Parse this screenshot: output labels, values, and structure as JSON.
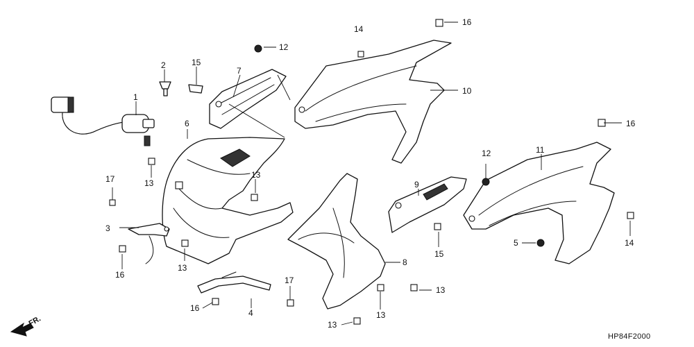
{
  "diagram": {
    "code": "HP84F2000",
    "direction": "FR.",
    "callouts": {
      "c1": "1",
      "c2": "2",
      "c3": "3",
      "c4": "4",
      "c5": "5",
      "c6": "6",
      "c7": "7",
      "c8": "8",
      "c9": "9",
      "c10": "10",
      "c11": "11",
      "c12a": "12",
      "c12b": "12",
      "c13a": "13",
      "c13b": "13",
      "c13c": "13",
      "c13d": "13",
      "c13e": "13",
      "c13f": "13",
      "c14a": "14",
      "c14b": "14",
      "c15a": "15",
      "c15b": "15",
      "c16a": "16",
      "c16b": "16",
      "c16c": "16",
      "c16d": "16",
      "c17a": "17",
      "c17b": "17"
    }
  }
}
